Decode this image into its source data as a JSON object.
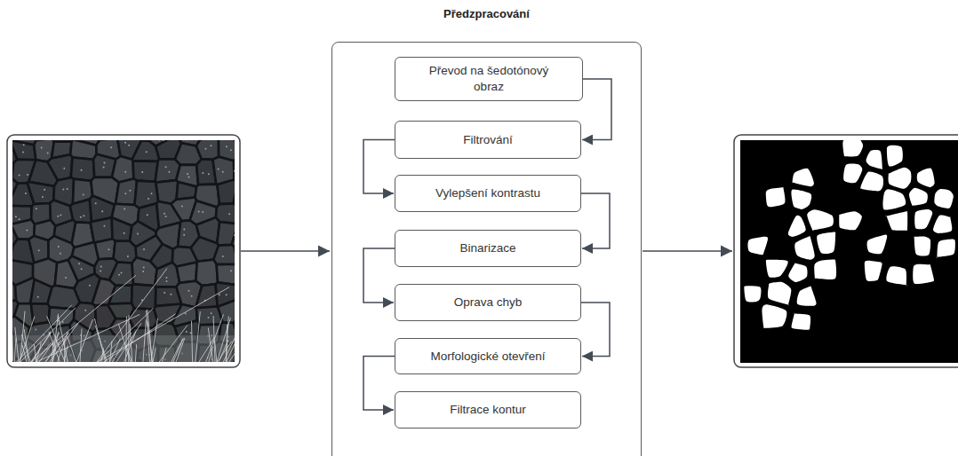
{
  "diagram": {
    "nodes": [
      {
        "text": [
          "Předzpracování"
        ]
      },
      {
        "text": [
          "Převod na šedotónový obraz"
        ],
        "in": 0
      },
      {
        "text": [
          "Filtrování"
        ],
        "in": 0
      },
      {
        "text": [
          "Vylepšení kontrastu"
        ],
        "in": 0
      },
      {
        "text": [
          "Binarizace"
        ],
        "in": 0
      },
      {
        "text": [
          "Oprava chyb"
        ],
        "in": 0
      },
      {
        "text": [
          "Morfologické otevření"
        ],
        "in": 0
      },
      {
        "text": [
          "Filtrace kontur"
        ],
        "in": 0
      }
    ],
    "edges": [
      {
        "from": 1,
        "to": 2,
        "arrow": "to"
      },
      {
        "from": 2,
        "to": 3,
        "arrow": "to"
      },
      {
        "from": 3,
        "to": 4,
        "arrow": "to"
      },
      {
        "from": 4,
        "to": 5,
        "arrow": "to"
      },
      {
        "from": 5,
        "to": 6,
        "arrow": "to"
      },
      {
        "from": 6,
        "to": 7,
        "arrow": "to"
      }
    ]
  }
}
